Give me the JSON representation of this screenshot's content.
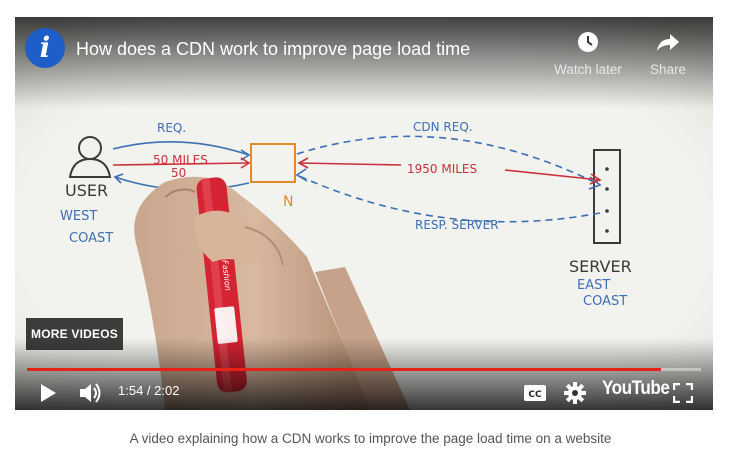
{
  "player": {
    "title": "How does a CDN work to improve page load time",
    "channel_icon_letter": "i",
    "watch_later_label": "Watch later",
    "share_label": "Share",
    "more_videos_label": "MORE VIDEOS",
    "time_display": "1:54 / 2:02",
    "progress": 0.94,
    "youtube_logo": "YouTube",
    "accent_color": "#e62117",
    "controls_icons": [
      "play-icon",
      "volume-icon",
      "cc-icon",
      "gear-icon",
      "fullscreen-icon"
    ]
  },
  "whiteboard": {
    "req_label": "REQ.",
    "cdn_req_label": "CDN REQ.",
    "fifty_miles_label": "50 MILES",
    "fifty_partial_label": "50",
    "miles_1950_label": "1950 MILES",
    "resp_server_label": "RESP. SERVER",
    "user_label": "USER",
    "west_label": "WEST",
    "coast_label": "COAST",
    "server_label": "SERVER",
    "east_label": "EAST",
    "east_coast_label": "COAST",
    "cdn_partial_label": "N",
    "marker_brand": "Hi-Fashion"
  },
  "caption": "A video explaining how a CDN works to improve the page load time on a website"
}
